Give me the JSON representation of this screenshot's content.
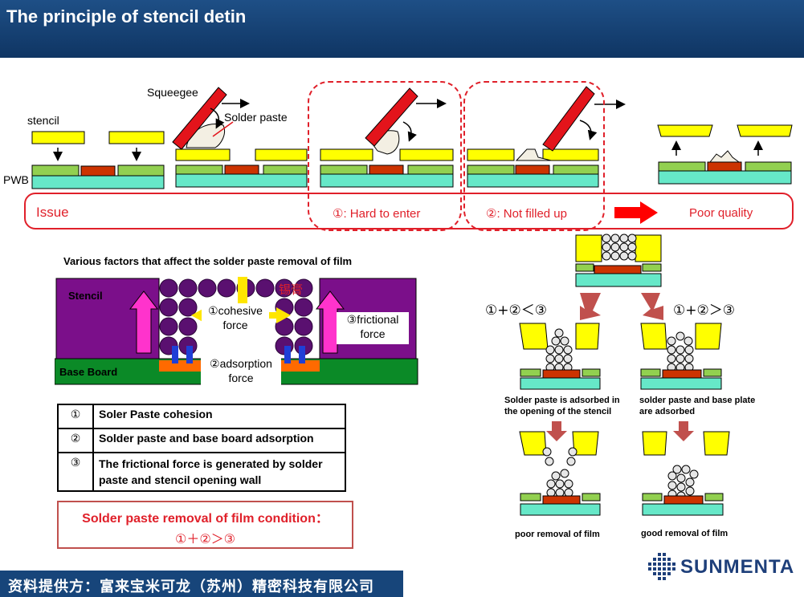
{
  "header": {
    "title": "The principle of stencil detin"
  },
  "process": {
    "stencil_label": "stencil",
    "squeegee_label": "Squeegee",
    "solder_paste_label": "Solder paste",
    "pwb_label": "PWB"
  },
  "issue_bar": {
    "issue_label": "Issue",
    "hard_to_enter": "①: Hard to enter",
    "not_filled_up": "②: Not filled up",
    "poor_quality": "Poor quality"
  },
  "factors": {
    "title": "Various factors that affect the solder paste removal of film",
    "stencil_label": "Stencil",
    "base_board_label": "Base Board",
    "tin_label": "锡膏",
    "cohesive_force": [
      "①cohesive",
      "force"
    ],
    "frictional_force": [
      "③frictional",
      "force"
    ],
    "adsorption_force": [
      "②adsorption",
      "force"
    ]
  },
  "factor_table": [
    {
      "num": "①",
      "text": "Soler Paste cohesion"
    },
    {
      "num": "②",
      "text": "Solder paste and base board adsorption"
    },
    {
      "num": "③",
      "text": "The frictional force is generated by solder paste and stencil opening wall"
    }
  ],
  "condition": {
    "title": "Solder paste removal of film condition：",
    "formula": "①＋②＞③"
  },
  "comparison": {
    "left_condition": "①+②＜③",
    "right_condition": "①+②＞③",
    "left_caption": [
      "Solder paste is adsorbed in",
      "the opening of the stencil"
    ],
    "right_caption": [
      "solder paste and base plate",
      "are adsorbed"
    ],
    "left_result": "poor removal of film",
    "right_result": "good removal of film"
  },
  "footer": {
    "text": "资料提供方：富来宝米可龙（苏州）精密科技有限公司"
  },
  "logo": {
    "text": "SUNMENTA"
  },
  "colors": {
    "stencil": "#ffff00",
    "board": "#66e8c8",
    "pad": "#cc3300",
    "green_layer": "#92d050",
    "squeegee": "#e3141b",
    "issue_red": "#e0202a"
  }
}
